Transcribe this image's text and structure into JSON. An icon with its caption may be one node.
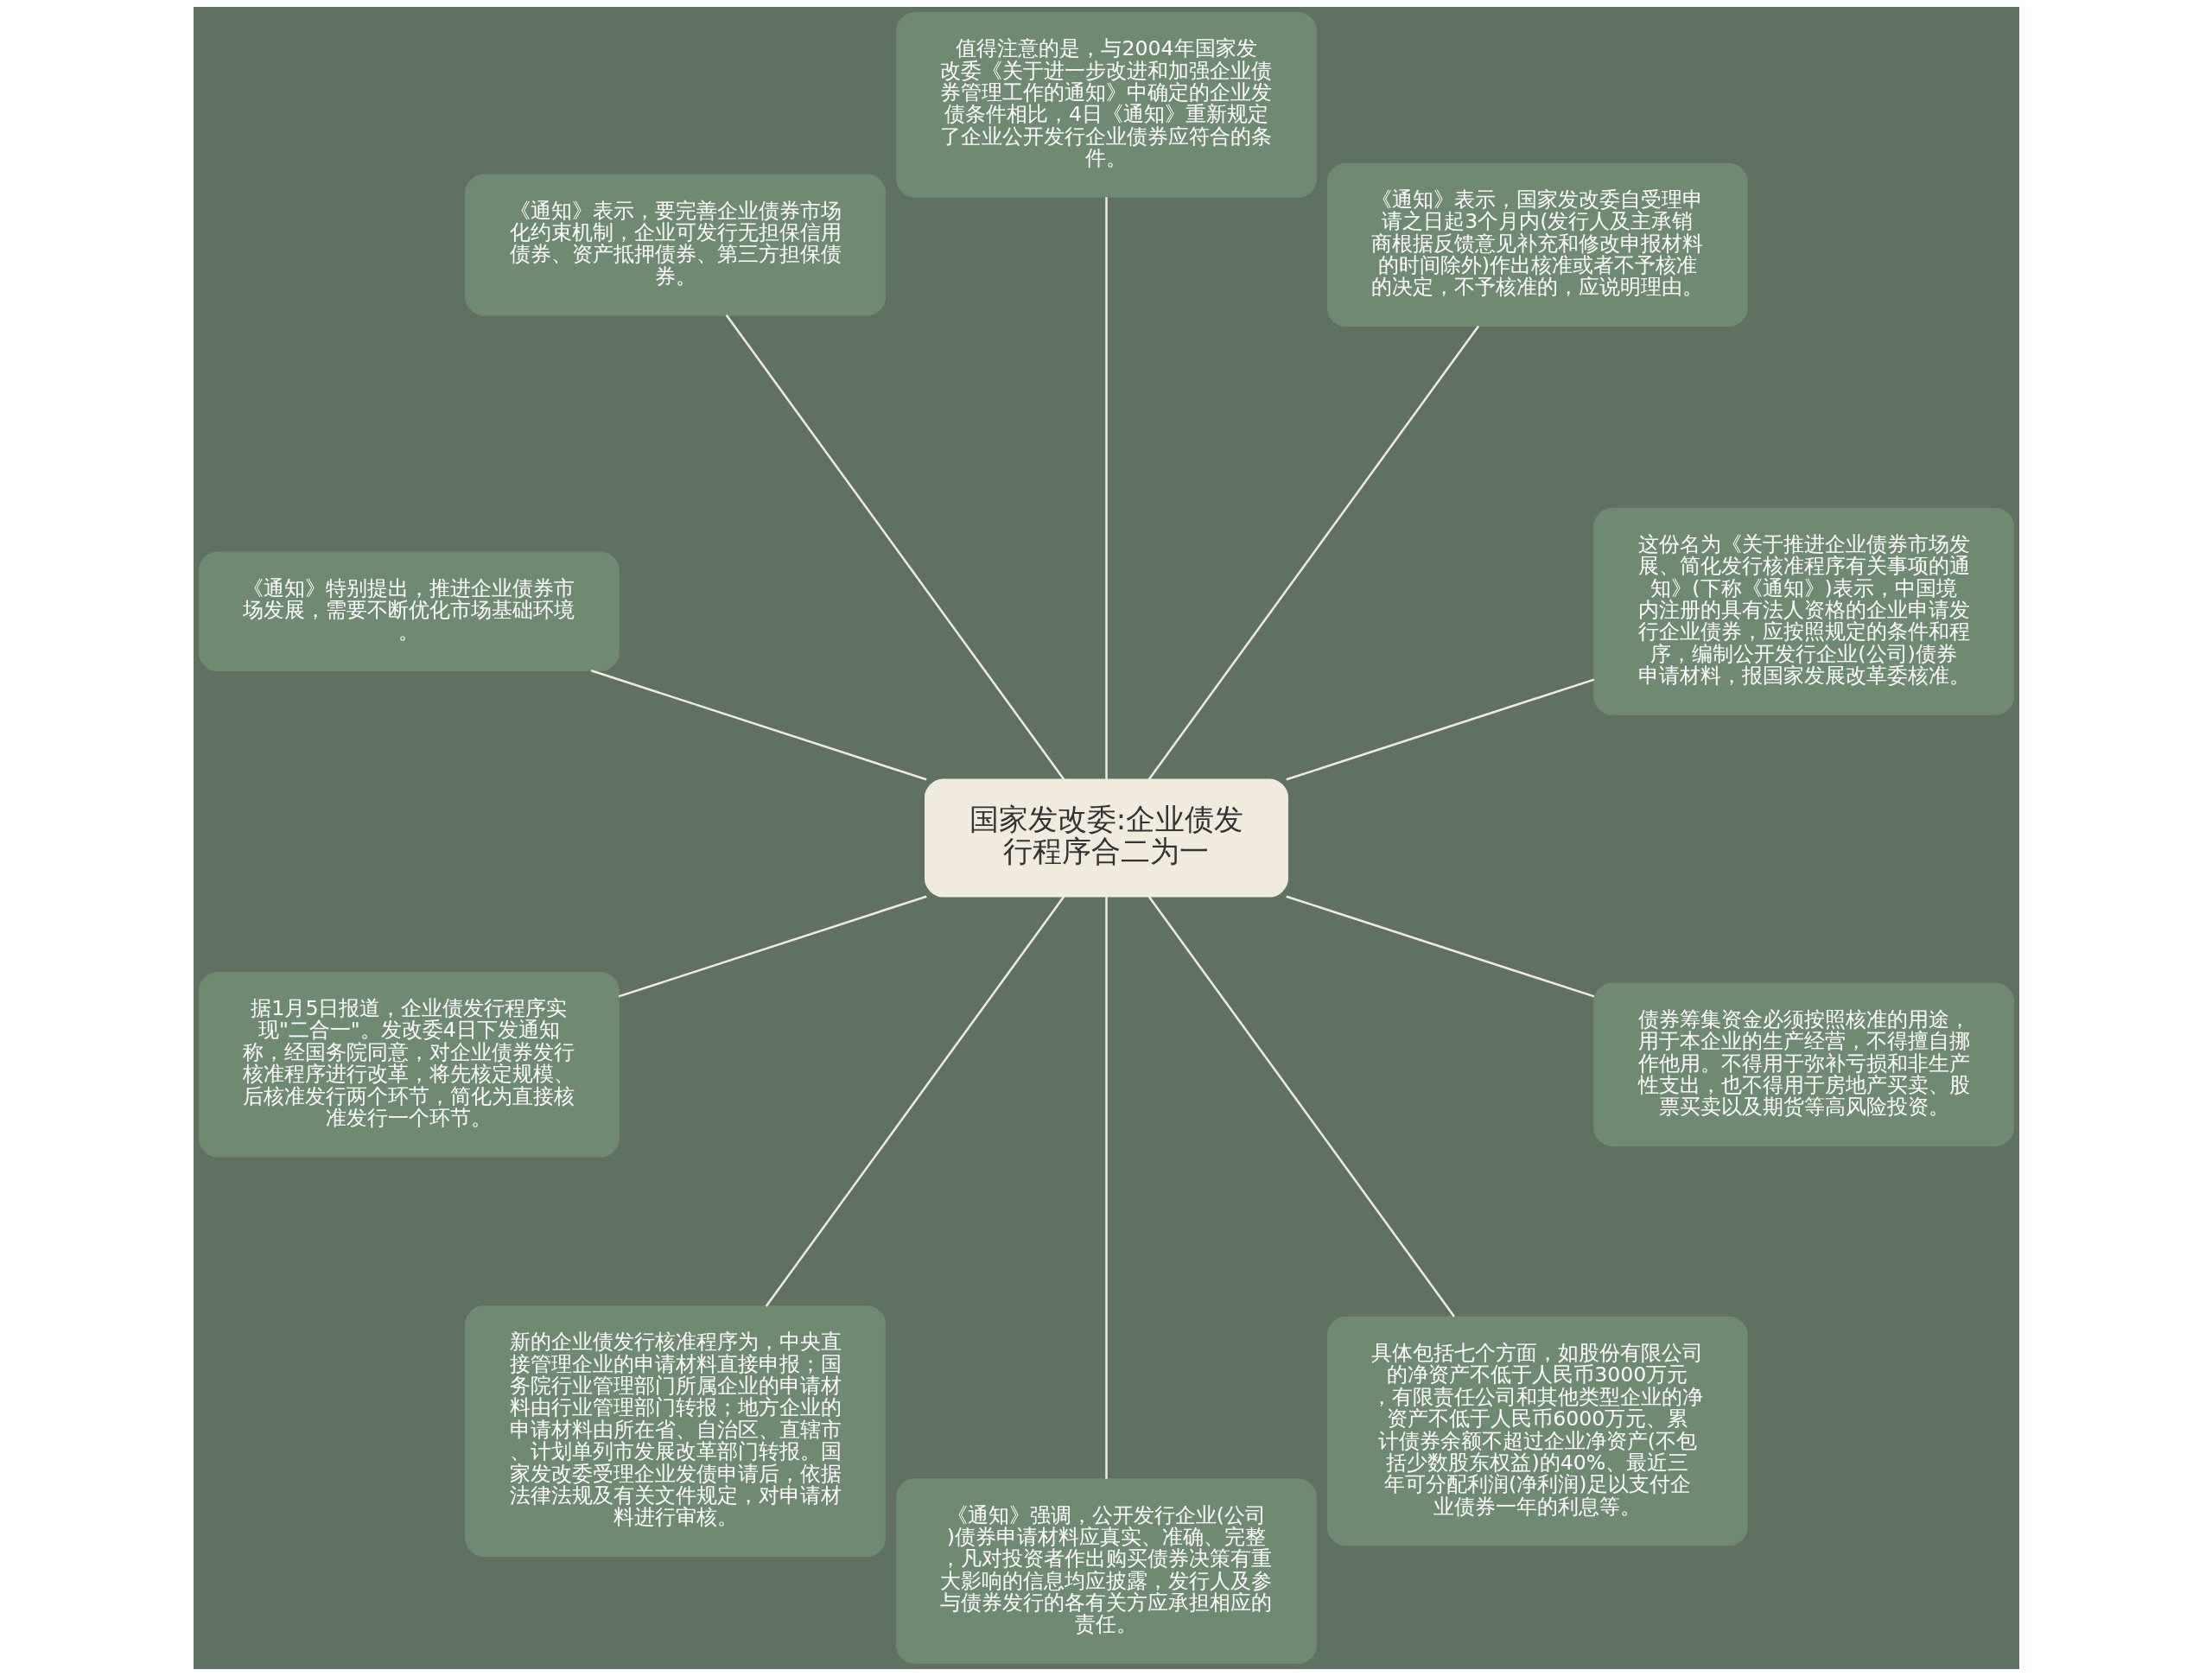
{
  "diagram": {
    "nodes": [
      {
        "text": [
          "国家发改委:企业债发行程序合二为一"
        ]
      },
      {
        "text": [
          "这份名为《关于推进企业债券市场发展、简化发行核准程序有关事项的通知》(下称《通知》)表示，中国境内注册的具有法人资格的企业申请发行企业债券，应按照规定的条件和程序，编制公开发行企业(公司)债券申请材料，报国家发展改革委核准。"
        ]
      },
      {
        "text": [
          "《通知》表示，国家发改委自受理申请之日起3个月内(发行人及主承销商根据反馈意见补充和修改申报材料的时间除外)作出核准或者不予核准的决定，不予核准的，应说明理由。"
        ]
      },
      {
        "text": [
          "值得注意的是，与2004年国家发改委《关于进一步改进和加强企业债券管理工作的通知》中确定的企业发债条件相比，4日《通知》重新规定了企业公开发行企业债券应符合的条件。"
        ]
      },
      {
        "text": [
          "《通知》表示，要完善企业债券市场化约束机制，企业可发行无担保信用债券、资产抵押债券、第三方担保债券。"
        ]
      },
      {
        "text": [
          "《通知》特别提出，推进企业债券市场发展，需要不断优化市场基础环境。"
        ]
      },
      {
        "text": [
          "据1月5日报道，企业债发行程序实现\"二合一\"。发改委4日下发通知称，经国务院同意，对企业债券发行核准程序进行改革，将先核定规模、后核准发行两个环节，简化为直接核准发行一个环节。"
        ]
      },
      {
        "text": [
          "新的企业债发行核准程序为，中央直接管理企业的申请材料直接申报；国务院行业管理部门所属企业的申请材料由行业管理部门转报；地方企业的申请材料由所在省、自治区、直辖市、计划单列市发展改革部门转报。国家发改委受理企业发债申请后，依据法律法规及有关文件规定，对申请材料进行审核。"
        ]
      },
      {
        "text": [
          "《通知》强调，公开发行企业(公司)债券申请材料应真实、准确、完整，凡对投资者作出购买债券决策有重大影响的信息均应披露，发行人及参与债券发行的各有关方应承担相应的责任。"
        ]
      },
      {
        "text": [
          "具体包括七个方面，如股份有限公司的净资产不低于人民币3000万元，有限责任公司和其他类型企业的净资产不低于人民币6000万元、累计债券余额不超过企业净资产(不包括少数股东权益)的40%、最近三年可分配利润(净利润)足以支付企业债券一年的利息等。"
        ]
      },
      {
        "text": [
          "债券筹集资金必须按照核准的用途，用于本企业的生产经营，不得擅自挪作他用。不得用于弥补亏损和非生产性支出，也不得用于房地产买卖、股票买卖以及期货等高风险投资。"
        ]
      }
    ],
    "edges": [
      {
        "from": 0,
        "to": 1,
        "arrow": "none"
      },
      {
        "from": 0,
        "to": 2,
        "arrow": "none"
      },
      {
        "from": 0,
        "to": 3,
        "arrow": "none"
      },
      {
        "from": 0,
        "to": 4,
        "arrow": "none"
      },
      {
        "from": 0,
        "to": 5,
        "arrow": "none"
      },
      {
        "from": 0,
        "to": 6,
        "arrow": "none"
      },
      {
        "from": 0,
        "to": 7,
        "arrow": "none"
      },
      {
        "from": 0,
        "to": 8,
        "arrow": "none"
      },
      {
        "from": 0,
        "to": 9,
        "arrow": "none"
      },
      {
        "from": 0,
        "to": 10,
        "arrow": "none"
      }
    ]
  }
}
